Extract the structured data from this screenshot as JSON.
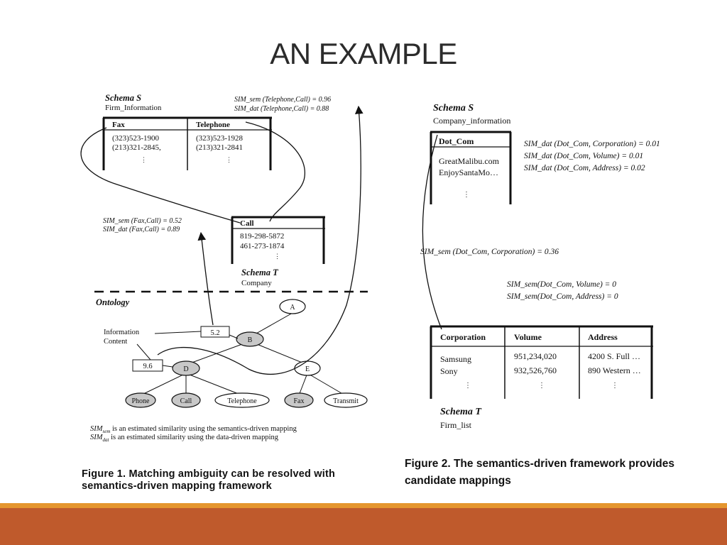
{
  "title": "AN EXAMPLE",
  "figure1": {
    "schema_s": {
      "label": "Schema S",
      "name": "Firm_Information",
      "columns": [
        "Fax",
        "Telephone"
      ],
      "fax_rows": [
        "(323)523-1900",
        "(213)321-2845,"
      ],
      "tel_rows": [
        "(323)523-1928",
        "(213)321-2841"
      ],
      "ellipsis": "⋮"
    },
    "sim_tel_sem": "SIM_sem (Telephone,Call) = 0.96",
    "sim_tel_dat": "SIM_dat (Telephone,Call) = 0.88",
    "sim_fax_sem": "SIM_sem (Fax,Call) = 0.52",
    "sim_fax_dat": "SIM_dat (Fax,Call) = 0.89",
    "schema_t": {
      "label": "Schema T",
      "name": "Company",
      "column": "Call",
      "rows": [
        "819-298-5872",
        "461-273-1874"
      ],
      "ellipsis": "⋮"
    },
    "ontology": {
      "label": "Ontology",
      "info_label_1": "Information",
      "info_label_2": "Content",
      "ic_b": "5.2",
      "ic_d": "9.6",
      "nodes": [
        "A",
        "B",
        "D",
        "E",
        "Phone",
        "Call",
        "Telephone",
        "Fax",
        "Transmit"
      ]
    },
    "note_sem": "SIM_sem is an estimated similarity using the semantics-driven mapping",
    "note_dat": "SIM_dat is an estimated similarity using the data-driven mapping",
    "caption": "Figure 1. Matching ambiguity can be resolved with semantics-driven mapping framework"
  },
  "figure2": {
    "schema_s": {
      "label": "Schema S",
      "name": "Company_information",
      "column": "Dot_Com",
      "rows": [
        "GreatMalibu.com",
        "EnjoySantaMo…"
      ],
      "ellipsis": "⋮"
    },
    "sim_dat": [
      "SIM_dat (Dot_Com, Corporation) = 0.01",
      "SIM_dat (Dot_Com, Volume) = 0.01",
      "SIM_dat (Dot_Com, Address) = 0.02"
    ],
    "sim_sem_corp": "SIM_sem (Dot_Com, Corporation) = 0.36",
    "sim_sem_other": [
      "SIM_sem(Dot_Com, Volume) = 0",
      "SIM_sem(Dot_Com, Address) = 0"
    ],
    "schema_t": {
      "label": "Schema T",
      "name": "Firm_list",
      "columns": [
        "Corporation",
        "Volume",
        "Address"
      ],
      "corp_rows": [
        "Samsung",
        "Sony"
      ],
      "vol_rows": [
        "951,234,020",
        "932,526,760"
      ],
      "addr_rows": [
        "4200 S. Full …",
        "890 Western …"
      ],
      "ellipsis": "⋮"
    },
    "caption": "Figure 2. The semantics-driven framework provides candidate mappings"
  },
  "colors": {
    "accent_bar": "#bf5a2c",
    "accent_thin": "#e5962e",
    "node_fill": "#c8c8c8"
  }
}
